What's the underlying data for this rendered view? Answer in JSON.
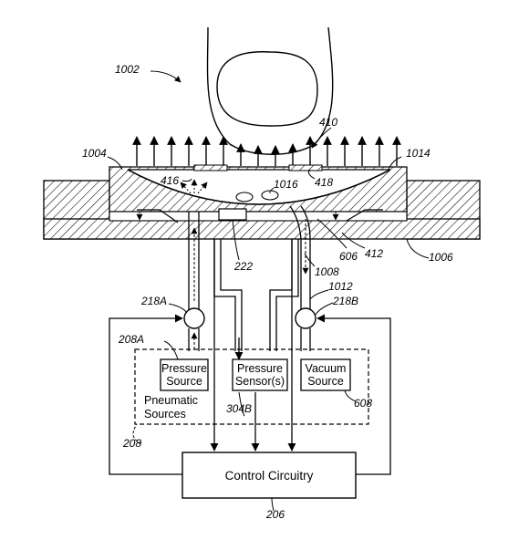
{
  "figure": {
    "ref_main": "1002",
    "ref_1004": "1004",
    "ref_1014": "1014",
    "ref_410": "410",
    "ref_416": "416",
    "ref_1016": "1016",
    "ref_418": "418",
    "ref_222": "222",
    "ref_606": "606",
    "ref_412": "412",
    "ref_1006": "1006",
    "ref_1008": "1008",
    "ref_1012": "1012",
    "ref_218A": "218A",
    "ref_218B": "218B",
    "ref_208A": "208A",
    "ref_608": "608",
    "ref_304B": "304B",
    "ref_208": "208",
    "ref_206": "206"
  },
  "boxes": {
    "pressure_source": [
      "Pressure",
      "Source"
    ],
    "pressure_sensor": [
      "Pressure",
      "Sensor(s)"
    ],
    "vacuum_source": [
      "Vacuum",
      "Source"
    ],
    "pneumatic": [
      "Pneumatic",
      "Sources"
    ],
    "control": "Control Circuitry"
  }
}
